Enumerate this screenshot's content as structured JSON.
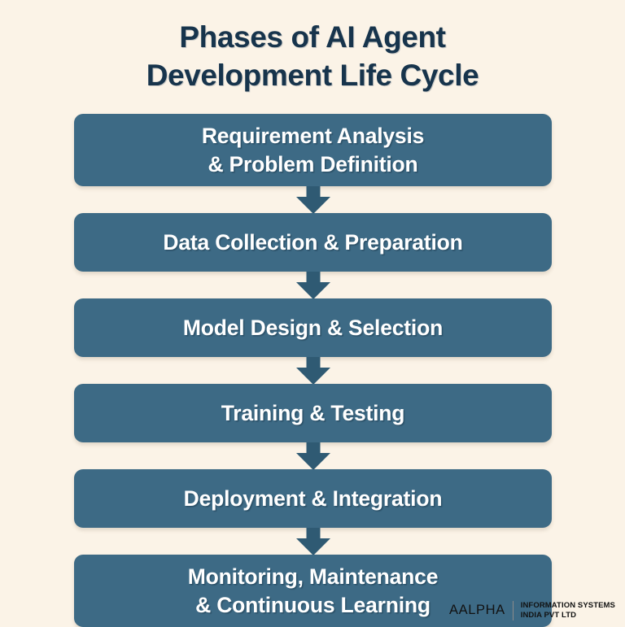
{
  "theme": {
    "background_color": "#FBF3E7",
    "box_color": "#3D6A85",
    "arrow_color": "#2F5A73",
    "title_color": "#17344C",
    "box_text_color": "#FFFFFF"
  },
  "title": {
    "line1": "Phases of AI Agent",
    "line2": "Development Life Cycle",
    "full": "Phases of AI Agent Development Life Cycle"
  },
  "flow": {
    "steps": [
      {
        "index": 1,
        "label": "Requirement Analysis\n& Problem Definition",
        "lines": 2
      },
      {
        "index": 2,
        "label": "Data Collection & Preparation",
        "lines": 1
      },
      {
        "index": 3,
        "label": "Model Design & Selection",
        "lines": 1
      },
      {
        "index": 4,
        "label": "Training & Testing",
        "lines": 1
      },
      {
        "index": 5,
        "label": "Deployment & Integration",
        "lines": 1
      },
      {
        "index": 6,
        "label": "Monitoring, Maintenance\n& Continuous Learning",
        "lines": 2
      }
    ]
  },
  "footer": {
    "brand": "AALPHA",
    "tagline": "INFORMATION SYSTEMS\nINDIA PVT LTD"
  }
}
